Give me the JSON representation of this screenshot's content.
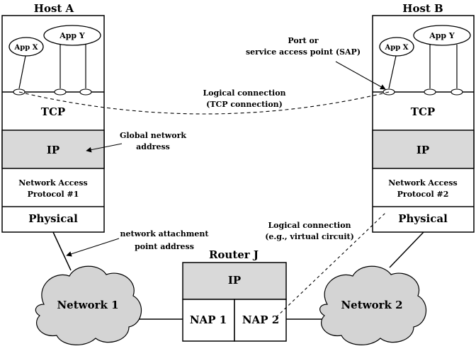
{
  "hostA": {
    "title": "Host A",
    "app_x": "App X",
    "app_y": "App Y",
    "tcp": "TCP",
    "ip": "IP",
    "nap_line1": "Network Access",
    "nap_line2": "Protocol #1",
    "physical": "Physical"
  },
  "hostB": {
    "title": "Host B",
    "app_x": "App X",
    "app_y": "App Y",
    "tcp": "TCP",
    "ip": "IP",
    "nap_line1": "Network Access",
    "nap_line2": "Protocol #2",
    "physical": "Physical"
  },
  "router": {
    "title": "Router J",
    "ip": "IP",
    "nap1": "NAP 1",
    "nap2": "NAP 2"
  },
  "networks": {
    "net1": "Network 1",
    "net2": "Network 2"
  },
  "annotations": {
    "sap_line1": "Port or",
    "sap_line2": "service access point (SAP)",
    "tcp_conn_line1": "Logical connection",
    "tcp_conn_line2": "(TCP connection)",
    "global_addr_line1": "Global network",
    "global_addr_line2": "address",
    "attach_line1": "network attachment",
    "attach_line2": "point address",
    "vc_line1": "Logical connection",
    "vc_line2": "(e.g., virtual circuit)"
  },
  "colors": {
    "ip_fill": "#d9d9d9",
    "cloud_fill": "#d4d4d4",
    "stroke": "#000000"
  }
}
